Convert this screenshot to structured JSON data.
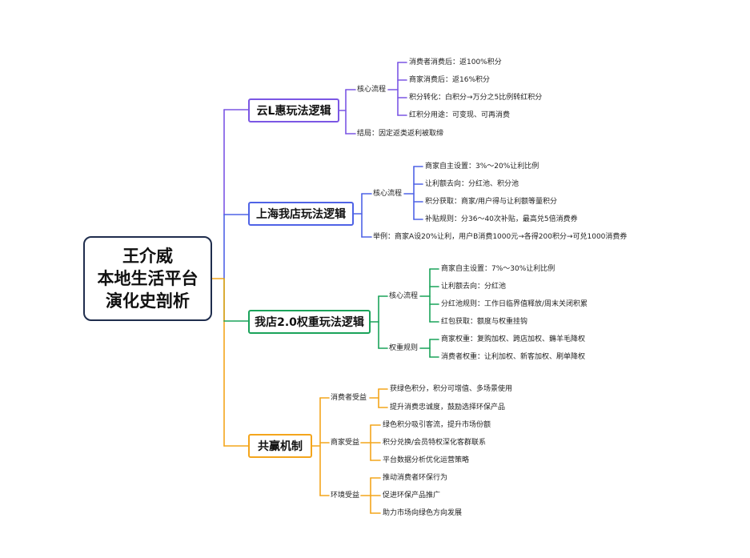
{
  "root": {
    "lines": [
      "王介威",
      "本地生活平台",
      "演化史剖析"
    ]
  },
  "colors": {
    "purple": "#7b57e4",
    "blue": "#4f63e6",
    "green": "#1aa35a",
    "orange": "#f4a51c",
    "root_border": "#1f2d4d"
  },
  "branches": [
    {
      "label": "云L惠玩法逻辑",
      "groups": [
        {
          "label": "核心流程",
          "items": [
            "消费者消费后：返100%积分",
            "商家消费后：返16%积分",
            "积分转化：白积分→万分之5比例转红积分",
            "红积分用途：可变现、可再消费"
          ]
        },
        {
          "label": "结局：因定返类返利被取缔",
          "items": []
        }
      ]
    },
    {
      "label": "上海我店玩法逻辑",
      "groups": [
        {
          "label": "核心流程",
          "items": [
            "商家自主设置：3%～20%让利比例",
            "让利额去向：分红池、积分池",
            "积分获取：商家/用户得与让利额等量积分",
            "补贴规则：分36～40次补贴，最高兑5倍消费券"
          ]
        },
        {
          "label": "举例：商家A设20%让利，用户B消费1000元→各得200积分→可兑1000消费券",
          "items": []
        }
      ]
    },
    {
      "label": "我店2.0权重玩法逻辑",
      "groups": [
        {
          "label": "核心流程",
          "items": [
            "商家自主设置：7%～30%让利比例",
            "让利额去向：分红池",
            "分红池规则：工作日临界值释放/周末关闭积累",
            "红包获取：额度与权重挂钩"
          ]
        },
        {
          "label": "权重规则",
          "items": [
            "商家权重：复购加权、跨店加权、薅羊毛降权",
            "消费者权重：让利加权、新客加权、刷单降权"
          ]
        }
      ]
    },
    {
      "label": "共赢机制",
      "groups": [
        {
          "label": "消费者受益",
          "items": [
            "获绿色积分，积分可增值、多场景使用",
            "提升消费忠诚度，鼓励选择环保产品"
          ]
        },
        {
          "label": "商家受益",
          "items": [
            "绿色积分吸引客流，提升市场份额",
            "积分兑换/会员特权深化客群联系",
            "平台数据分析优化运营策略"
          ]
        },
        {
          "label": "环境受益",
          "items": [
            "推动消费者环保行为",
            "促进环保产品推广",
            "助力市场向绿色方向发展"
          ]
        }
      ]
    }
  ]
}
